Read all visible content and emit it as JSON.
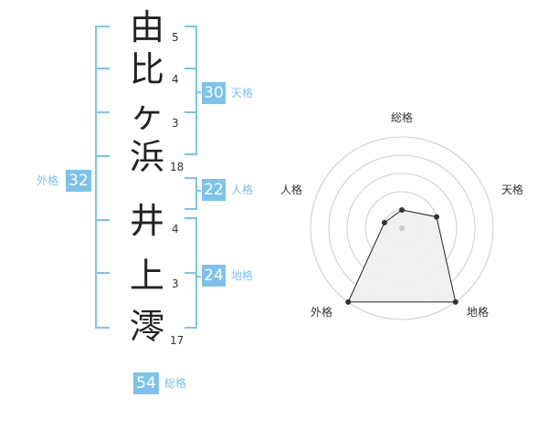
{
  "name": {
    "characters": [
      {
        "char": "由",
        "strokes": "5"
      },
      {
        "char": "比",
        "strokes": "4"
      },
      {
        "char": "ヶ",
        "strokes": "3"
      },
      {
        "char": "浜",
        "strokes": "18"
      },
      {
        "char": "井",
        "strokes": "4"
      },
      {
        "char": "上",
        "strokes": "3"
      },
      {
        "char": "澪",
        "strokes": "17"
      }
    ]
  },
  "kakusu": {
    "tenkaku": {
      "value": "30",
      "label": "天格"
    },
    "jinkaku": {
      "value": "22",
      "label": "人格"
    },
    "chikaku": {
      "value": "24",
      "label": "地格"
    },
    "gaikaku": {
      "value": "32",
      "label": "外格"
    },
    "soukaku": {
      "value": "54",
      "label": "総格"
    }
  },
  "radar": {
    "labels": {
      "top": "総格",
      "right": "天格",
      "bottom_right": "地格",
      "bottom_left": "外格",
      "left": "人格"
    },
    "scores": {
      "soukaku": 0.2,
      "tenkaku": 0.4,
      "chikaku": 1.0,
      "gaikaku": 1.0,
      "jinkaku": 0.2
    }
  },
  "colors": {
    "accent": "#7cc3ec",
    "text": "#222222",
    "ring": "#cccccc",
    "fill": "#eeeeee"
  }
}
